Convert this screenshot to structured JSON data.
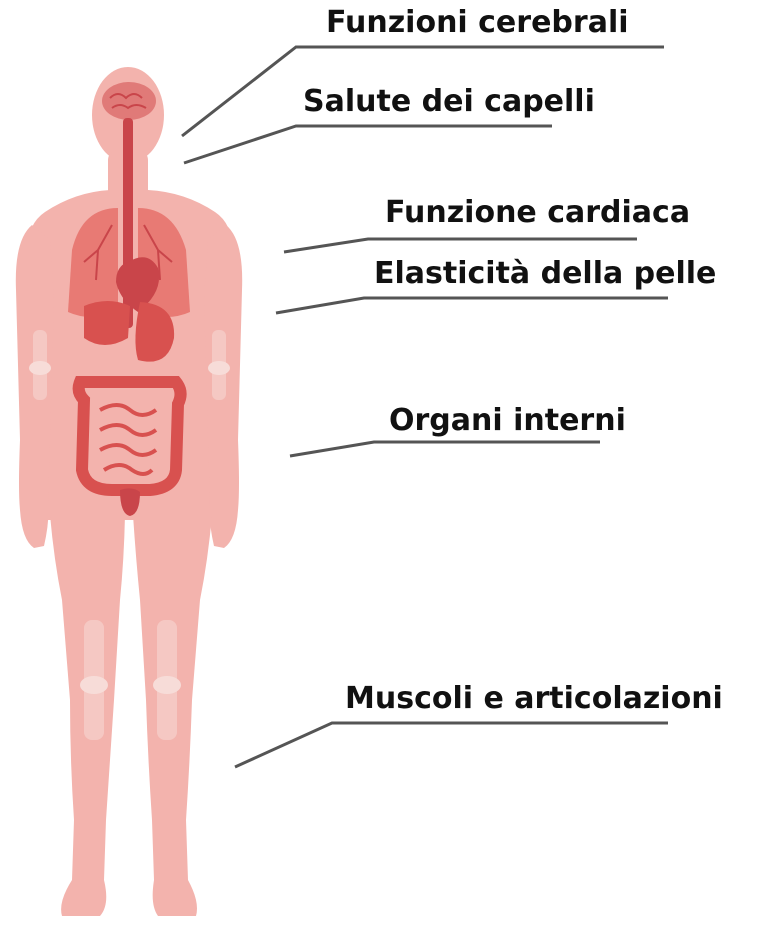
{
  "labels": [
    "Funzioni cerebrali",
    "Salute dei capelli",
    "Funzione cardiaca",
    "Elasticità della pelle",
    "Organi interni",
    "Muscoli e articolazioni"
  ],
  "colors": {
    "skin": "#f3b3ad",
    "organ": "#e0635f",
    "organ_dark": "#c9454a",
    "joint": "#f7dcd8",
    "leader_line": "#555555",
    "text": "#111111"
  }
}
